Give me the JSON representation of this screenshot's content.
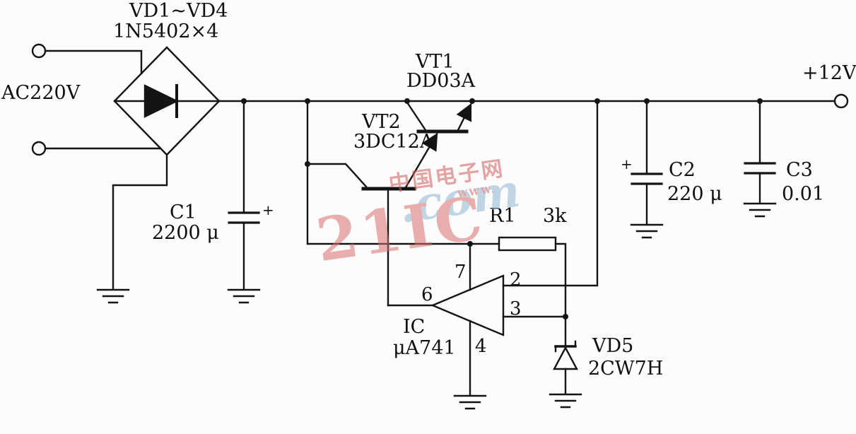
{
  "components": {
    "bridge": {
      "name": "VD1~VD4",
      "part": "1N5402×4"
    },
    "input": {
      "label": "AC220V"
    },
    "vt1": {
      "name": "VT1",
      "part": "DD03A"
    },
    "vt2": {
      "name": "VT2",
      "part": "3DC12A"
    },
    "c1": {
      "name": "C1",
      "value": "2200 μ",
      "polarity": "+"
    },
    "c2": {
      "name": "C2",
      "value": "220 μ",
      "polarity": "+"
    },
    "c3": {
      "name": "C3",
      "value": "0.01"
    },
    "r1": {
      "name": "R1",
      "value": "3k"
    },
    "ic": {
      "name": "IC",
      "part": "μA741",
      "pins": {
        "p2": "2",
        "p3": "3",
        "p4": "4",
        "p6": "6",
        "p7": "7"
      }
    },
    "vd5": {
      "name": "VD5",
      "part": "2CW7H"
    },
    "output": {
      "label": "+12V"
    }
  },
  "watermark": {
    "brand": "21IC",
    "suffix": ".com",
    "chinese": "中国电子网",
    "www": "WWW."
  },
  "colors": {
    "ink": "#141414",
    "watermark_red": "#d87070",
    "watermark_blue": "#8fb6cf"
  }
}
